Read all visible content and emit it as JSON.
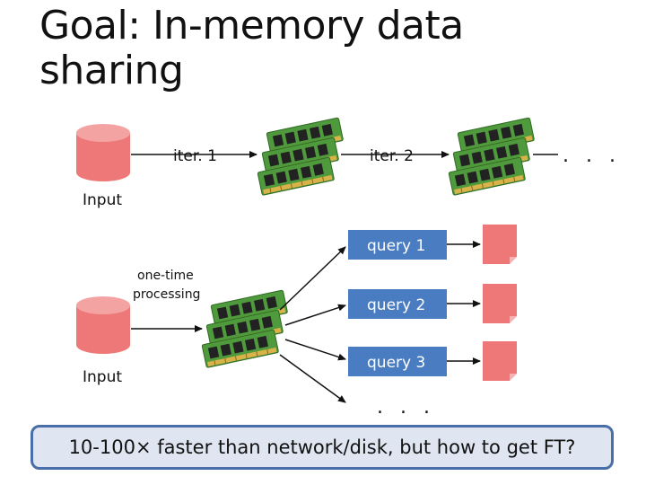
{
  "slide": {
    "title": "Goal: In-memory data sharing",
    "callout": "10-100× faster than network/disk, but how to get FT?"
  },
  "iterative": {
    "input_label": "Input",
    "iter1_label": "iter. 1",
    "iter2_label": "iter. 2",
    "continuation": ". . ."
  },
  "interactive": {
    "input_label": "Input",
    "processing_label_line1": "one-time",
    "processing_label_line2": "processing",
    "query1_label": "query 1",
    "query2_label": "query 2",
    "query3_label": "query 3",
    "continuation": ". . ."
  },
  "colors": {
    "disk_fill": "#ee7777",
    "disk_top": "#f4a3a3",
    "result_fill": "#ee7777",
    "query_box": "#4a7cc2",
    "callout_border": "#4a6ea8",
    "callout_fill": "#dfe6f1",
    "ram_board": "#4f9a3c"
  }
}
